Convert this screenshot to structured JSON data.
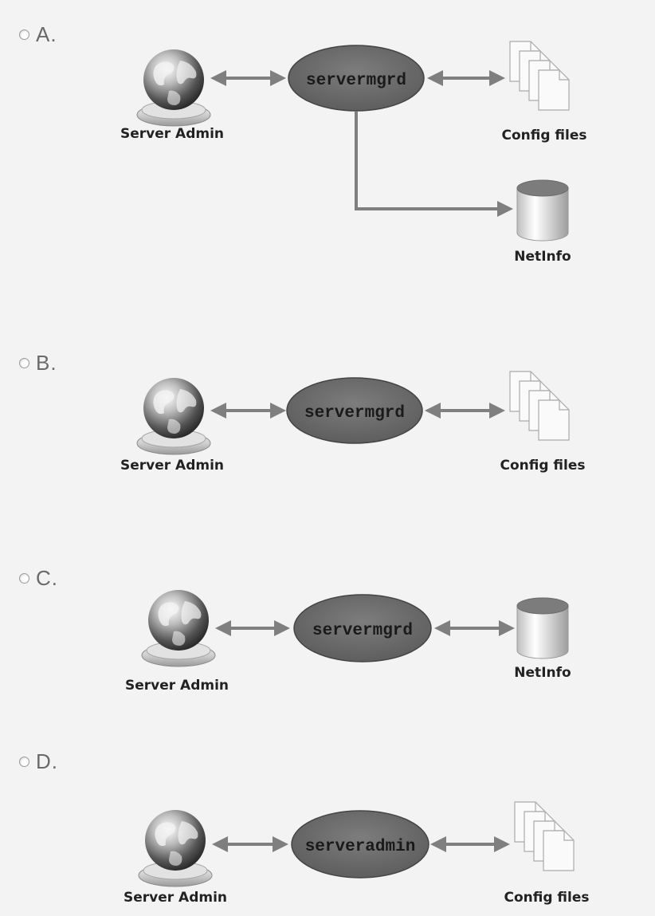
{
  "options": [
    {
      "label": "A.",
      "admin_label": "Server Admin",
      "server_label": "servermgrd",
      "config_label": "Config files",
      "netinfo_label": "NetInfo"
    },
    {
      "label": "B.",
      "admin_label": "Server Admin",
      "server_label": "servermgrd",
      "config_label": "Config files"
    },
    {
      "label": "C.",
      "admin_label": "Server Admin",
      "server_label": "servermgrd",
      "netinfo_label": "NetInfo"
    },
    {
      "label": "D.",
      "admin_label": "Server Admin",
      "server_label": "serveradmin",
      "config_label": "Config files"
    }
  ],
  "icons": {
    "admin": "globe-icon",
    "config": "document-stack-icon",
    "netinfo": "database-cylinder-icon",
    "radio": "radio-button-icon"
  },
  "colors": {
    "background": "#f3f3f3",
    "arrow": "#7f7f7f",
    "server_ellipse": "#6f6f6f"
  }
}
